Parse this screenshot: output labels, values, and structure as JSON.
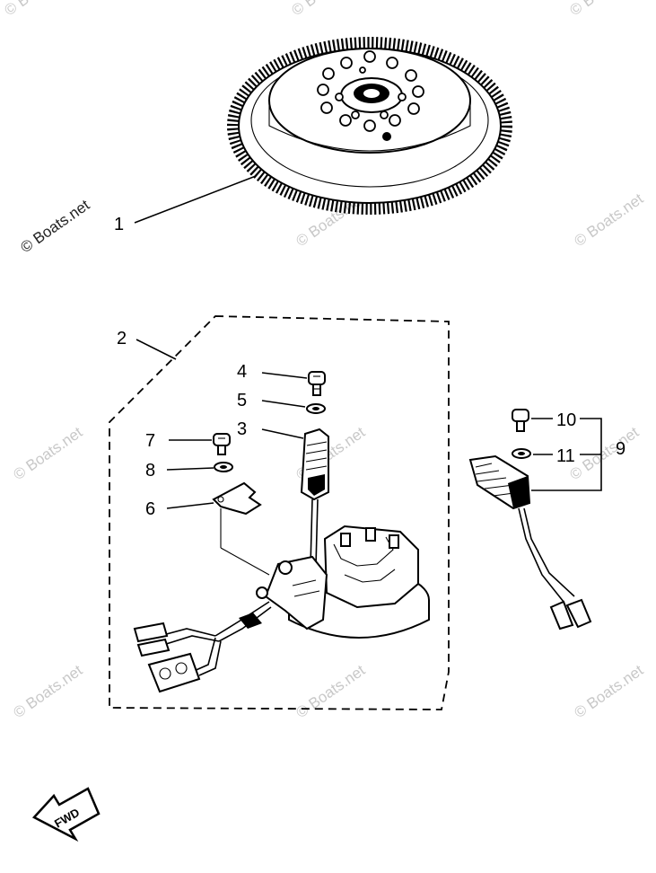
{
  "watermark": {
    "main_text": "© Boats.net",
    "repeat_text": "© Boats.net"
  },
  "callouts": {
    "c1": "1",
    "c2": "2",
    "c3": "3",
    "c4": "4",
    "c5": "5",
    "c6": "6",
    "c7": "7",
    "c8": "8",
    "c9": "9",
    "c10": "10",
    "c11": "11"
  },
  "direction_label": "FWD"
}
